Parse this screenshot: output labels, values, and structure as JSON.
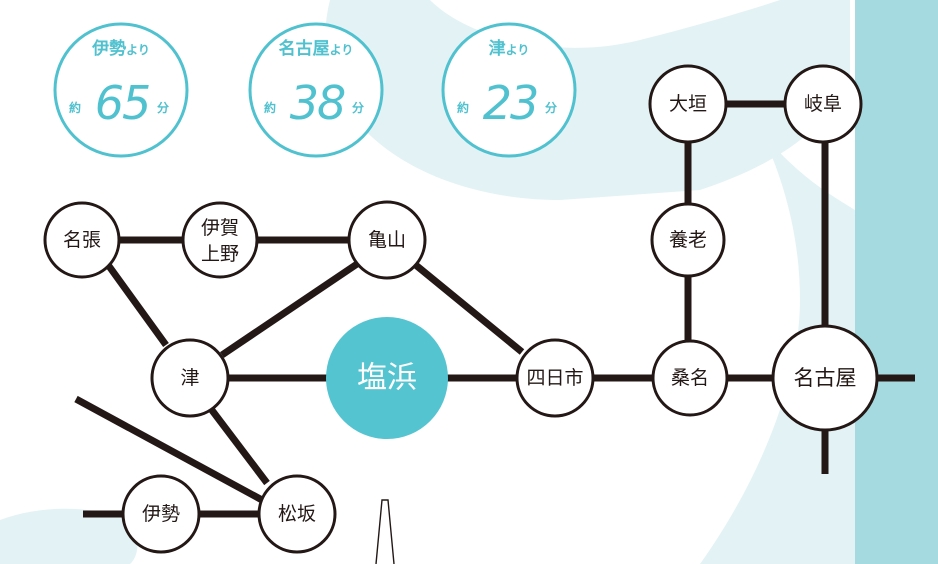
{
  "travel_times": [
    {
      "origin": "伊勢",
      "yori": "より",
      "approx": "約",
      "minutes": "65",
      "unit": "分"
    },
    {
      "origin": "名古屋",
      "yori": "より",
      "approx": "約",
      "minutes": "38",
      "unit": "分"
    },
    {
      "origin": "津",
      "yori": "より",
      "approx": "約",
      "minutes": "23",
      "unit": "分"
    }
  ],
  "stations": {
    "nabari": "名張",
    "iga_ueno_line1": "伊賀",
    "iga_ueno_line2": "上野",
    "kameyama": "亀山",
    "tsu": "津",
    "shiohama": "塩浜",
    "yokkaichi": "四日市",
    "kuwana": "桑名",
    "nagoya": "名古屋",
    "ogaki": "大垣",
    "gifu": "岐阜",
    "yoro": "養老",
    "ise": "伊勢",
    "matsusaka": "松坂"
  },
  "colors": {
    "accent": "#4fc1cf",
    "hub_fill": "#55c4d1",
    "line": "#231815",
    "bg_shape_light": "#e3f2f5",
    "bg_panel": "#a6dae1"
  }
}
